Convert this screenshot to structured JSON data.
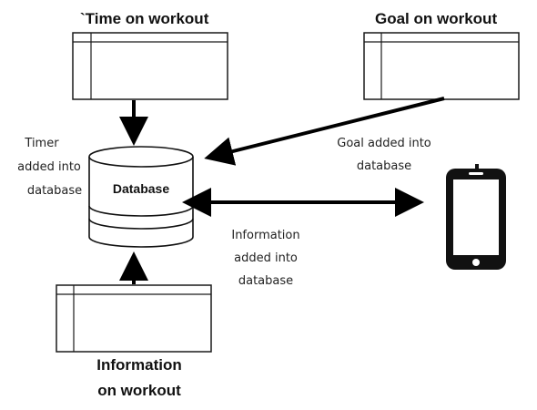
{
  "entities": {
    "time_on_workout": {
      "title": "`Time on workout"
    },
    "goal_on_workout": {
      "title": "Goal on workout"
    },
    "information_on_workout": {
      "title_line1": "Information",
      "title_line2": "on workout"
    }
  },
  "database": {
    "label": "Database"
  },
  "notes": {
    "timer": {
      "line1": "Timer",
      "line2": "added into",
      "line3": "database"
    },
    "goal": {
      "line1": "Goal added into",
      "line2": "database"
    },
    "information": {
      "line1": "Information",
      "line2": "added into",
      "line3": "database"
    }
  },
  "device": {
    "icon": "smartphone-icon"
  },
  "colors": {
    "stroke": "#000000",
    "background": "#ffffff"
  }
}
